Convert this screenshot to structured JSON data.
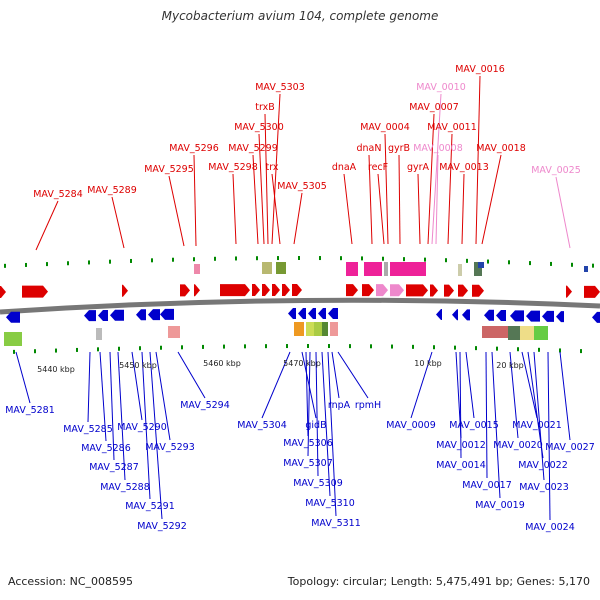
{
  "title": "Mycobacterium avium 104, complete genome",
  "footer": {
    "accession_label": "Accession:",
    "accession": "NC_008595",
    "topology_label": "Topology:",
    "topology": "circular",
    "length_label": "Length:",
    "length": "5,475,491 bp",
    "genes_label": "Genes:",
    "genes": "5,170"
  },
  "colors": {
    "forward_gene": "#dd0000",
    "forward_gene_faded": "#ee88cc",
    "reverse_gene": "#0000cc",
    "genome_line": "#888888",
    "tick_mark": "#008800"
  },
  "ticks": [
    "5440 kbp",
    "5450 kbp",
    "5460 kbp",
    "5470 kbp",
    "10 kbp",
    "20 kbp"
  ],
  "top_labels": [
    "MAV_5284",
    "MAV_5289",
    "MAV_5295",
    "MAV_5296",
    "MAV_5298",
    "MAV_5299",
    "MAV_5300",
    "trxB",
    "MAV_5303",
    "trx",
    "MAV_5305",
    "dnaA",
    "dnaN",
    "recF",
    "MAV_0004",
    "gyrB",
    "MAV_0008",
    "MAV_0010",
    "MAV_0007",
    "gyrA",
    "MAV_0011",
    "MAV_0013",
    "MAV_0016",
    "MAV_0018",
    "MAV_0025"
  ],
  "bottom_labels": [
    "MAV_5281",
    "MAV_5285",
    "MAV_5286",
    "MAV_5287",
    "MAV_5288",
    "MAV_5290",
    "MAV_5291",
    "MAV_5292",
    "MAV_5293",
    "MAV_5294",
    "MAV_5304",
    "gidB",
    "MAV_5306",
    "MAV_5307",
    "MAV_5309",
    "MAV_5310",
    "MAV_5311",
    "rnpA",
    "rpmH",
    "MAV_0009",
    "MAV_0012",
    "MAV_0014",
    "MAV_0015",
    "MAV_0017",
    "MAV_0019",
    "MAV_0020",
    "MAV_0021",
    "MAV_0022",
    "MAV_0023",
    "MAV_0024",
    "MAV_0027"
  ]
}
